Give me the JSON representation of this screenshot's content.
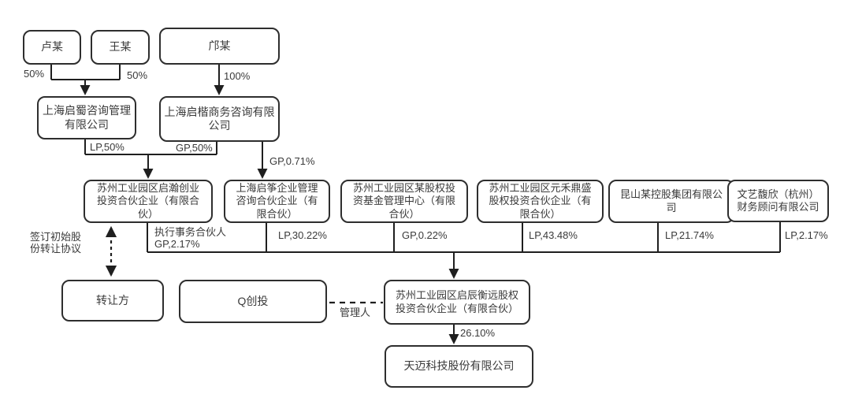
{
  "nodes": {
    "lu": {
      "label": "卢某"
    },
    "wang": {
      "label": "王某"
    },
    "kuang": {
      "label": "邝某"
    },
    "qishu": {
      "label": "上海启蜀咨询管理\n有限公司"
    },
    "qikai": {
      "label": "上海启楷商务咨询有限\n公司"
    },
    "qihan": {
      "label": "苏州工业园区启瀚创业\n投资合伙企业（有限合\n伙）"
    },
    "qizheng": {
      "label": "上海启筝企业管理\n咨询合伙企业（有\n限合伙）"
    },
    "fund_center": {
      "label": "苏州工业园区某股权投\n资基金管理中心（有限\n合伙）"
    },
    "yuanhe": {
      "label": "苏州工业园区元禾鼎盛\n股权投资合伙企业（有\n限合伙）"
    },
    "kunshan": {
      "label": "昆山某控股集团有限公\n司"
    },
    "wenyi": {
      "label": "文艺馥欣（杭州）\n财务顾问有限公司"
    },
    "zhuanrangfang": {
      "label": "转让方"
    },
    "q_ct": {
      "label": "Q创投"
    },
    "qichen": {
      "label": "苏州工业园区启辰衡远股权\n投资合伙企业（有限合伙）"
    },
    "tianmai": {
      "label": "天迈科技股份有限公司"
    }
  },
  "edge_labels": {
    "lu_pct": "50%",
    "wang_pct": "50%",
    "kuang_pct": "100%",
    "qishu_stake": "LP,50%",
    "qikai_stake": "GP,50%",
    "qikai_qizheng_stake": "GP,0.71%",
    "qihan_stake": "执行事务合伙人\nGP,2.17%",
    "qizheng_stake": "LP,30.22%",
    "fund_center_stake": "GP,0.22%",
    "yuanhe_stake": "LP,43.48%",
    "kunshan_stake": "LP,21.74%",
    "wenyi_stake": "LP,2.17%",
    "agreement": "签订初始股\n份转让协议",
    "manager": "管理人",
    "qichen_tianmai_pct": "26.10%"
  },
  "colors": {
    "line": "#1f1f1f",
    "box_border": "#2e2e2e",
    "text": "#3a3a3a",
    "background": "#ffffff"
  }
}
